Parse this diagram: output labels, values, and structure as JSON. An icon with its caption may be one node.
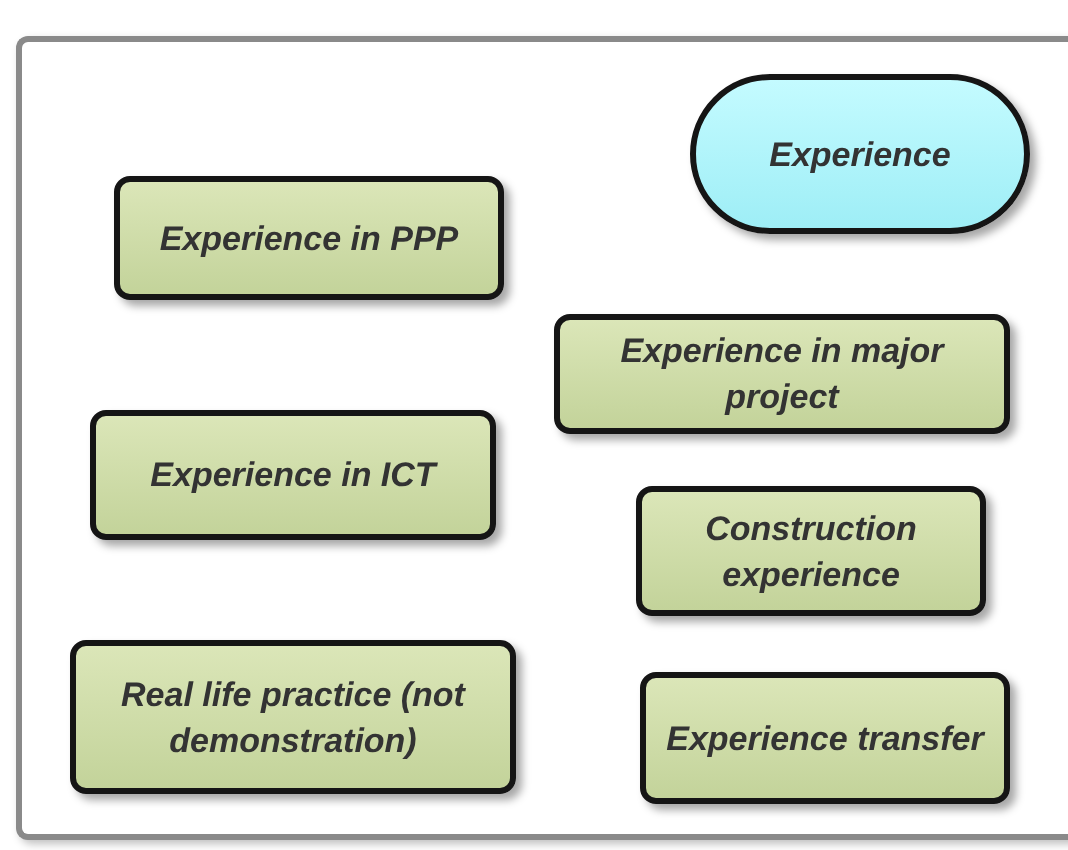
{
  "diagram": {
    "nodes": [
      {
        "text": [
          "Experience"
        ]
      },
      {
        "text": [
          "Experience in PPP"
        ]
      },
      {
        "text": [
          "Experience in major project"
        ]
      },
      {
        "text": [
          "Experience in ICT"
        ]
      },
      {
        "text": [
          "Construction experience"
        ]
      },
      {
        "text": [
          "Real life practice (not demonstration)"
        ]
      },
      {
        "text": [
          "Experience transfer"
        ]
      }
    ]
  }
}
